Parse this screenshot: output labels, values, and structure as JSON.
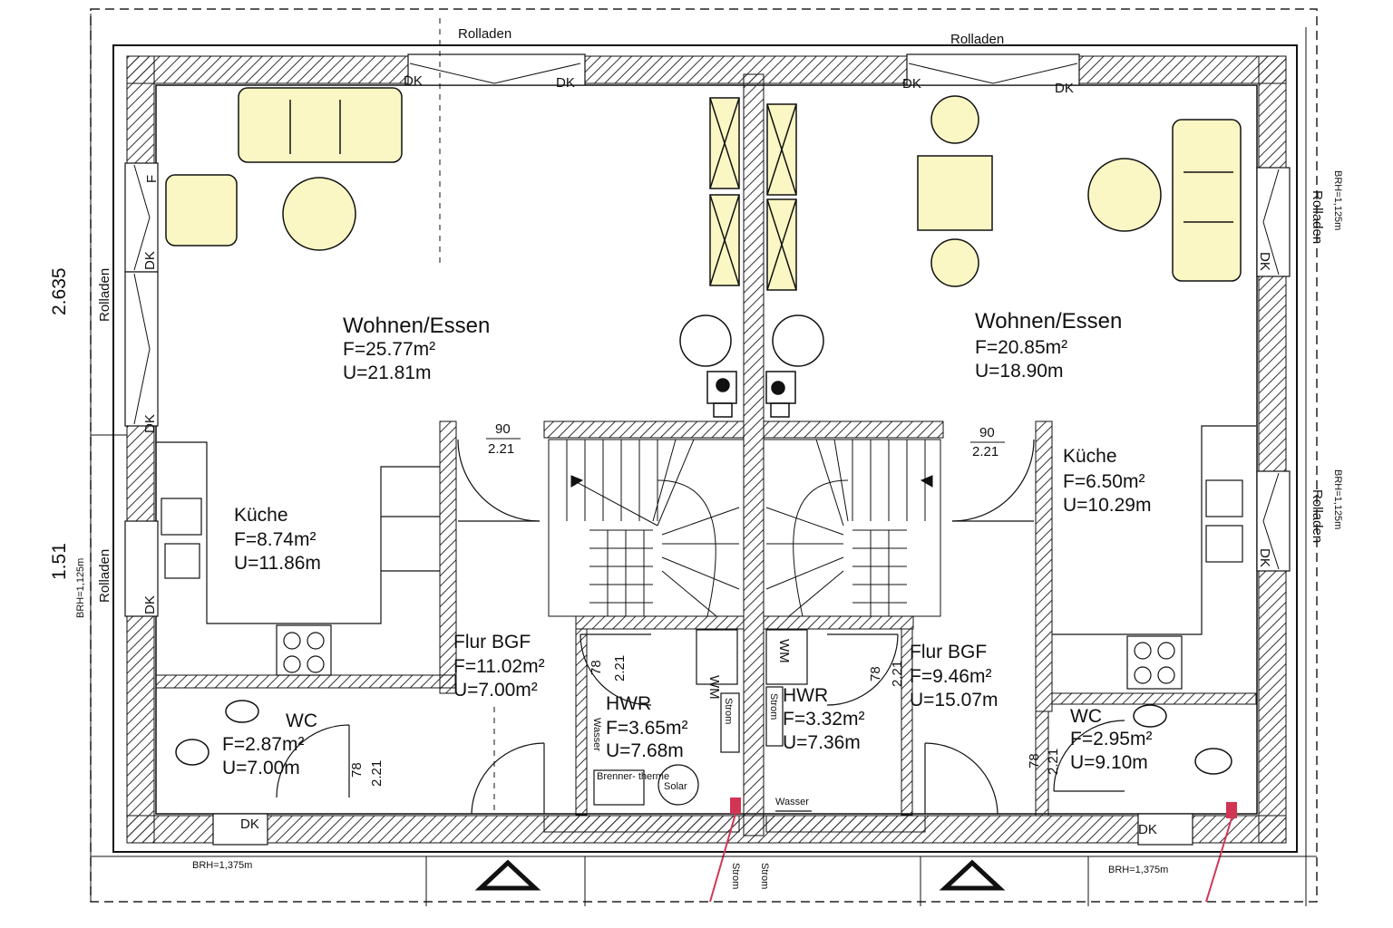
{
  "colors": {
    "furniture_fill": "#fbf7c4",
    "wall_hatch": "#333333",
    "line": "#111111",
    "marker": "#d23553"
  },
  "window_labels": {
    "rolladen": "Rolladen",
    "dk": "DK",
    "f": "F"
  },
  "left_unit": {
    "wohnen": {
      "name": "Wohnen/Essen",
      "area": "F=25.77m²",
      "perimeter": "U=21.81m"
    },
    "kueche": {
      "name": "Küche",
      "area": "F=8.74m²",
      "perimeter": "U=11.86m"
    },
    "flur": {
      "name": "Flur BGF",
      "area": "F=11.02m²",
      "perimeter": "U=7.00m²"
    },
    "hwr": {
      "name": "HWR",
      "area": "F=3.65m²",
      "perimeter": "U=7.68m"
    },
    "wc": {
      "name": "WC",
      "area": "F=2.87m²",
      "perimeter": "U=7.00m"
    },
    "wm": "WM",
    "strom": "Strom",
    "wasser": "Wasser",
    "brenner": "Brenner-\ntherme",
    "solar": "Solar"
  },
  "right_unit": {
    "wohnen": {
      "name": "Wohnen/Essen",
      "area": "F=20.85m²",
      "perimeter": "U=18.90m"
    },
    "kueche": {
      "name": "Küche",
      "area": "F=6.50m²",
      "perimeter": "U=10.29m"
    },
    "flur": {
      "name": "Flur BGF",
      "area": "F=9.46m²",
      "perimeter": "U=15.07m"
    },
    "hwr": {
      "name": "HWR",
      "area": "F=3.32m²",
      "perimeter": "U=7.36m"
    },
    "wc": {
      "name": "WC",
      "area": "F=2.95m²",
      "perimeter": "U=9.10m"
    },
    "wm": "WM",
    "strom": "Strom",
    "wasser": "Wasser"
  },
  "dimensions": {
    "door_width": "90",
    "door_height": "2.21",
    "small_door_width": "78",
    "small_door_height": "2.21",
    "overall_height": "2.635",
    "window_height": "1.51",
    "brh_1125": "BRH=1,125m",
    "brh_1375": "BRH=1,375m"
  },
  "bottom_labels": {
    "strom": "Strom"
  }
}
